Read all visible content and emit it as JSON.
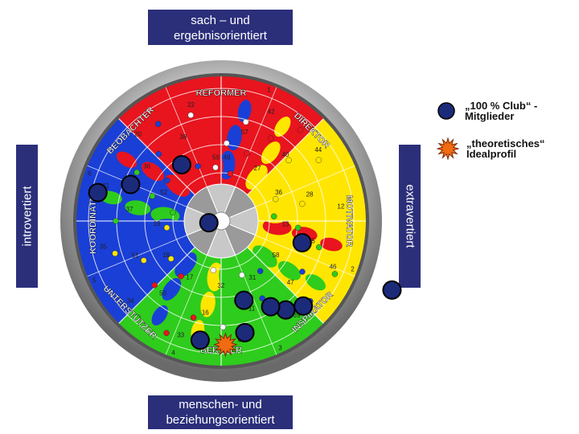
{
  "axes": {
    "top": [
      "sach – und",
      "ergebnisorientiert"
    ],
    "bottom": [
      "menschen- und",
      "beziehungsorientiert"
    ],
    "left": "introvertiert",
    "right": "extravertiert"
  },
  "segments": [
    {
      "label": "REFORMER",
      "number": "1"
    },
    {
      "label": "DIREKTOR",
      "number": ""
    },
    {
      "label": "MOTIVATOR",
      "number": "2"
    },
    {
      "label": "INSPIRATOR",
      "number": "3"
    },
    {
      "label": "BERATER",
      "number": "4"
    },
    {
      "label": "UNTERSTÜTZER",
      "number": "5"
    },
    {
      "label": "KOORDINATOR",
      "number": "6"
    },
    {
      "label": "BEOBACHTER",
      "number": ""
    }
  ],
  "wheel_numbers": [
    "49",
    "57",
    "42",
    "27",
    "40",
    "44",
    "36",
    "28",
    "12",
    "13",
    "45",
    "46",
    "58",
    "47",
    "39",
    "31",
    "11",
    "48",
    "32",
    "16",
    "33",
    "17",
    "50",
    "34",
    "18",
    "51",
    "35",
    "19",
    "37",
    "21",
    "52",
    "36",
    "20",
    "53",
    "38",
    "22",
    "59"
  ],
  "legend": {
    "club": "„100 % Club“ -\nMitglieder",
    "ideal": "„theoretisches“\nIdealprofil"
  },
  "colors": {
    "blue": "#1a3fd6",
    "red": "#e8141e",
    "yellow": "#ffe600",
    "green": "#2ecc1c",
    "navy_marker": "#1c2a7a",
    "ideal_star": "#f26a12",
    "axis_box": "#2b2f7a"
  },
  "members": [
    {
      "angle": 325,
      "radius": 0.5
    },
    {
      "angle": 292,
      "radius": 0.71
    },
    {
      "angle": 283,
      "radius": 0.92
    },
    {
      "angle": 262,
      "radius": 0.09
    },
    {
      "angle": 105,
      "radius": 0.61
    },
    {
      "angle": 136,
      "radius": 0.86
    },
    {
      "angle": 144,
      "radius": 0.8
    },
    {
      "angle": 150,
      "radius": 0.72
    },
    {
      "angle": 164,
      "radius": 0.6
    },
    {
      "angle": 112,
      "radius": 1.34
    },
    {
      "angle": 168,
      "radius": 0.83
    },
    {
      "angle": 190,
      "radius": 0.88
    }
  ],
  "ideal": {
    "angle": 178,
    "radius": 0.9
  }
}
